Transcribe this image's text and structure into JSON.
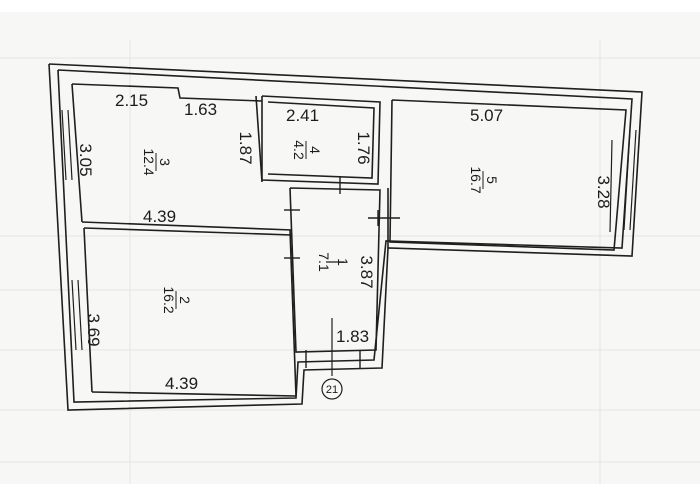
{
  "plan": {
    "marker": "21",
    "rooms": [
      {
        "id": "1",
        "area": "7.1"
      },
      {
        "id": "2",
        "area": "16.2"
      },
      {
        "id": "3",
        "area": "12.4"
      },
      {
        "id": "4",
        "area": "4.2"
      },
      {
        "id": "5",
        "area": "16.7"
      }
    ],
    "dimensions": {
      "room3_top_left": "2.15",
      "room3_top_right": "1.63",
      "room3_left": "3.05",
      "room3_right": "1.87",
      "room3_bottom": "4.39",
      "room2_left": "3.69",
      "room2_bottom": "4.39",
      "room4_top": "2.41",
      "room4_right": "1.76",
      "room5_top": "5.07",
      "room5_right": "3.28",
      "room1_right": "3.87",
      "room1_bottom": "1.83"
    }
  },
  "colors": {
    "line": "#1f1f1f",
    "paper": "#f7f7f5",
    "bleed": "#b9b9c9"
  }
}
